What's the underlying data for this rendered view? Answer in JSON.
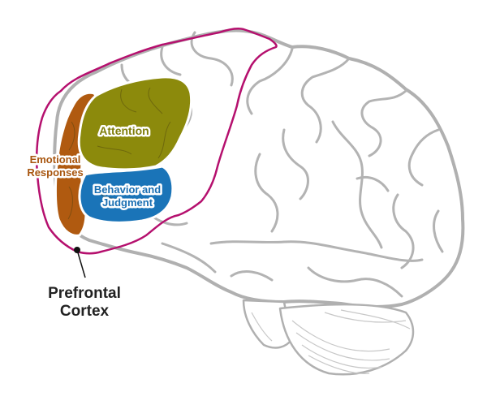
{
  "diagram": {
    "subject": "Human brain, lateral view",
    "outline_label": {
      "line1": "Prefrontal",
      "line2": "Cortex"
    },
    "regions": [
      {
        "id": "attention",
        "label_lines": [
          "Attention"
        ],
        "color": "#8c8a0c",
        "text_color": "#7f7d0a"
      },
      {
        "id": "emotional-responses",
        "label_lines": [
          "Emotional",
          "Responses"
        ],
        "color": "#b05a10",
        "text_color": "#a8560f"
      },
      {
        "id": "behavior-judgment",
        "label_lines": [
          "Behavior and",
          "Judgment"
        ],
        "color": "#1a74b8",
        "text_color": "#1a6fb3"
      }
    ],
    "colors": {
      "outline": "#b5106e",
      "brain_stroke": "#b0b0b0",
      "brain_fill": "#ffffff",
      "label_dark": "#222222"
    }
  }
}
